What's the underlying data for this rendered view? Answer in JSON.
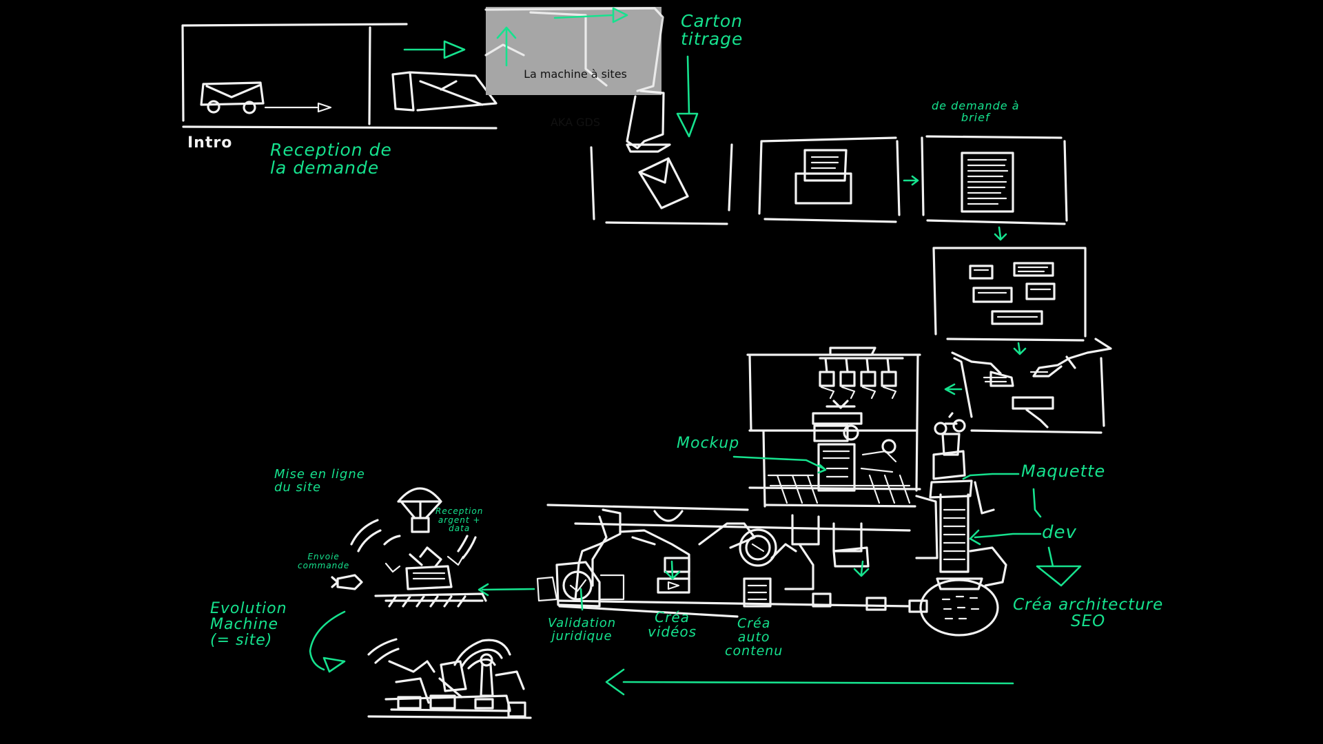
{
  "colors": {
    "background": "#000000",
    "chalk": "#f2f2f2",
    "accent": "#16e28e",
    "note": "#a6a6a6"
  },
  "note_box": {
    "line1": "La machine à sites",
    "line2": "AKA GDS"
  },
  "labels": {
    "intro": "Intro",
    "reception_demande": "Reception de\nla demande",
    "carton_titrage": "Carton\ntitrage",
    "demande_brief": "de demande à\nbrief",
    "mockup": "Mockup",
    "maquette": "Maquette",
    "dev": "dev",
    "crea_architecture": "Créa architecture\nSEO",
    "crea_auto_contenu": "Créa\nauto\ncontenu",
    "crea_videos": "Créa\nvidéos",
    "validation_juridique": "Validation\njuridique",
    "mise_en_ligne": "Mise en ligne\ndu site",
    "reception_argent": "Reception\nargent +\ndata",
    "envoie_commande": "Envoie\ncommande",
    "evolution_machine": "Evolution\nMachine\n(= site)"
  },
  "icons": [
    "truck-icon",
    "envelope-icon",
    "document-tray-icon",
    "brief-document-icon",
    "wireframe-board-icon",
    "robot-arm-icon",
    "factory-machine-icon",
    "parachute-package-icon",
    "satellite-dish-icon",
    "rocket-icon"
  ]
}
